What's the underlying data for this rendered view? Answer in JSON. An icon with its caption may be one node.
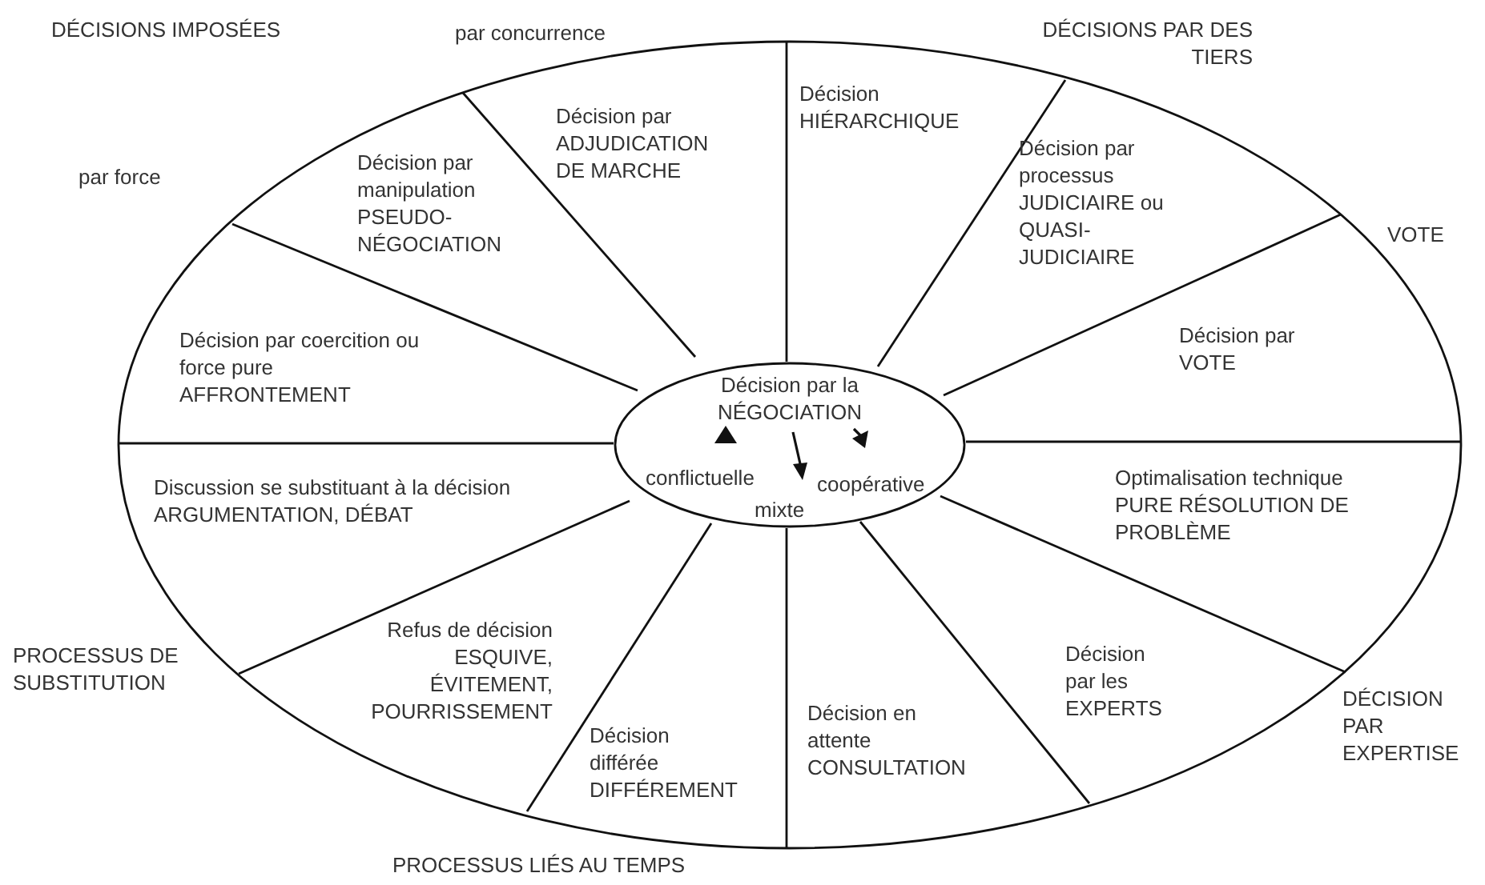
{
  "diagram": {
    "nodes": [
      {
        "text": [
          "Décision par",
          "ADJUDICATION DE MARCHE"
        ]
      },
      {
        "text": [
          "Décision",
          "HIÉRARCHIQUE"
        ]
      },
      {
        "text": [
          "Décision par manipulation",
          "PSEUDO-NÉGOCIATION"
        ]
      },
      {
        "text": [
          "Décision par processus",
          "JUDICIAIRE ou QUASI-JUDICIAIRE"
        ]
      },
      {
        "text": [
          "Décision par coercition ou force pure",
          "AFFRONTEMENT"
        ]
      },
      {
        "text": [
          "Décision par",
          "VOTE"
        ]
      },
      {
        "text": [
          "Décision par la NÉGOCIATION",
          "conflictuelle",
          "coopérative",
          "mixte"
        ]
      },
      {
        "text": [
          "Discussion se substituant à la décision",
          "ARGUMENTATION, DÉBAT"
        ]
      },
      {
        "text": [
          "Optimalisation technique",
          "PURE RÉSOLUTION DE PROBLÈME"
        ]
      },
      {
        "text": [
          "Refus de décision",
          "ESQUIVE, ÉVITEMENT, POURRISSEMENT"
        ]
      },
      {
        "text": [
          "Décision par les",
          "EXPERTS"
        ]
      },
      {
        "text": [
          "Décision différée",
          "DIFFÉREMENT"
        ]
      },
      {
        "text": [
          "Décision en attente",
          "CONSULTATION"
        ]
      }
    ],
    "labels": [
      "DÉCISIONS IMPOSÉES",
      "par concurrence",
      "DÉCISIONS PAR DES TIERS",
      "par force",
      "VOTE",
      "PROCESSUS DE SUBSTITUTION",
      "DÉCISION PAR EXPERTISE",
      "PROCESSUS LIÉS AU TEMPS"
    ]
  }
}
